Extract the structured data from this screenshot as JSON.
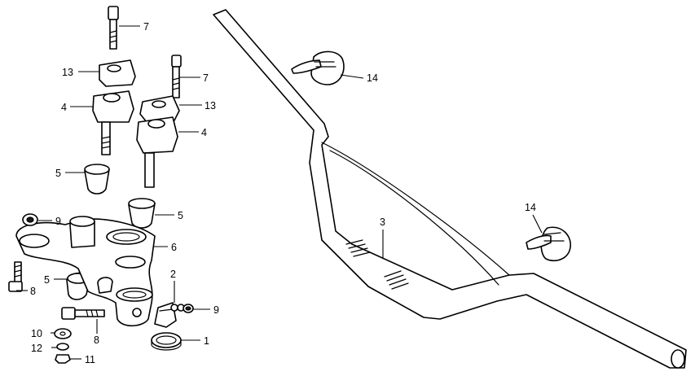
{
  "callouts": {
    "c1": "1",
    "c2": "2",
    "c3": "3",
    "c4a": "4",
    "c4b": "4",
    "c5a": "5",
    "c5b": "5",
    "c5c": "5",
    "c6": "6",
    "c7a": "7",
    "c7b": "7",
    "c8a": "8",
    "c8b": "8",
    "c9a": "9",
    "c9b": "9",
    "c10": "10",
    "c11": "11",
    "c12": "12",
    "c13a": "13",
    "c13b": "13",
    "c14a": "14",
    "c14b": "14"
  },
  "colors": {
    "ink": "#000000",
    "paper": "#ffffff"
  }
}
